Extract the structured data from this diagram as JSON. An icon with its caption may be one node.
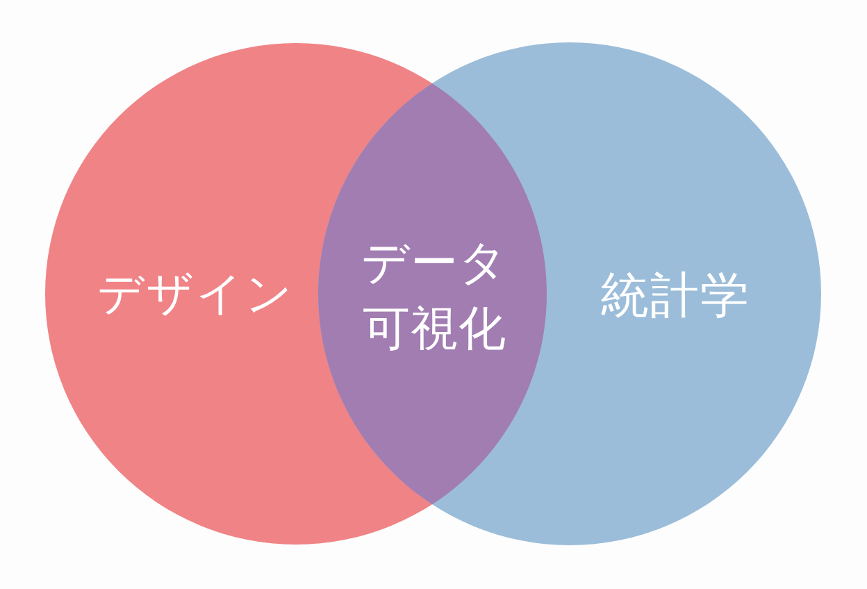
{
  "diagram": {
    "nodes": [
      {
        "text": [
          "デザイン"
        ]
      },
      {
        "text": [
          "データ可視化"
        ]
      },
      {
        "text": [
          "統計学"
        ]
      }
    ]
  }
}
